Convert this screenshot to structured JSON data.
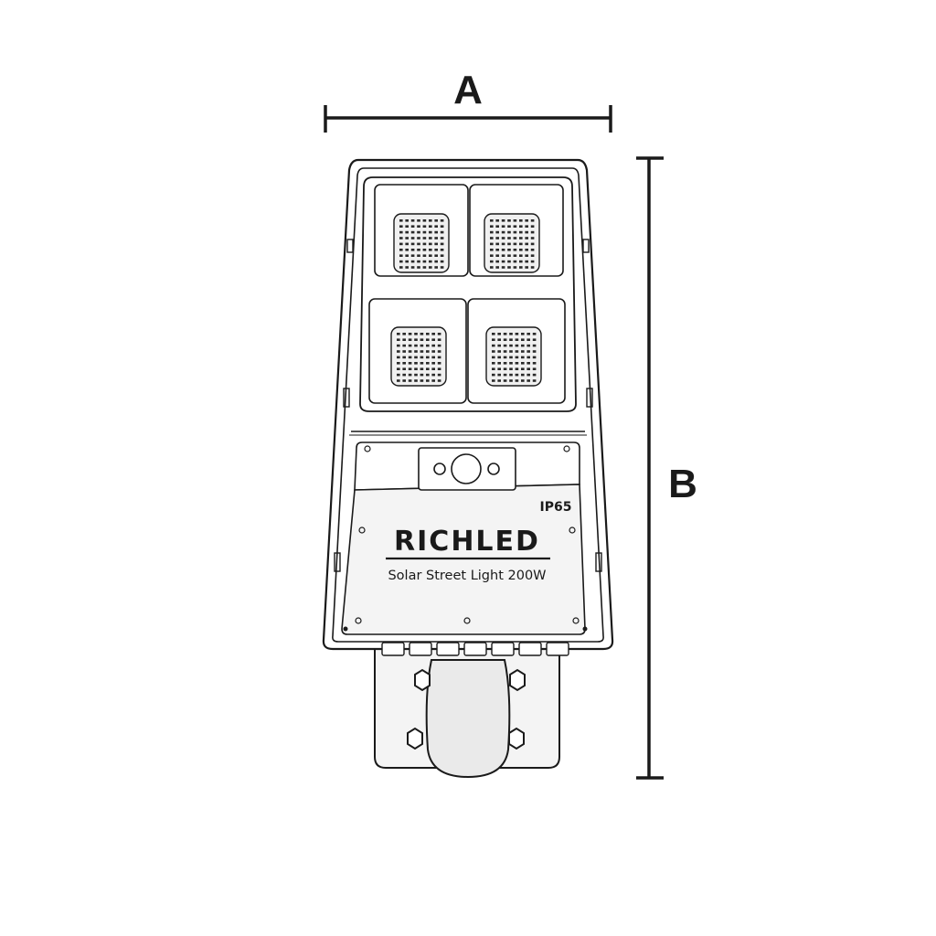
{
  "dimensions": {
    "width_label": "A",
    "height_label": "B"
  },
  "product": {
    "brand": "RICHLED",
    "name": "Solar Street Light 200W",
    "rating": "IP65"
  },
  "colors": {
    "line": "#1a1a1a",
    "body_fill": "#ffffff",
    "panel_fill": "#f2f2f2"
  }
}
